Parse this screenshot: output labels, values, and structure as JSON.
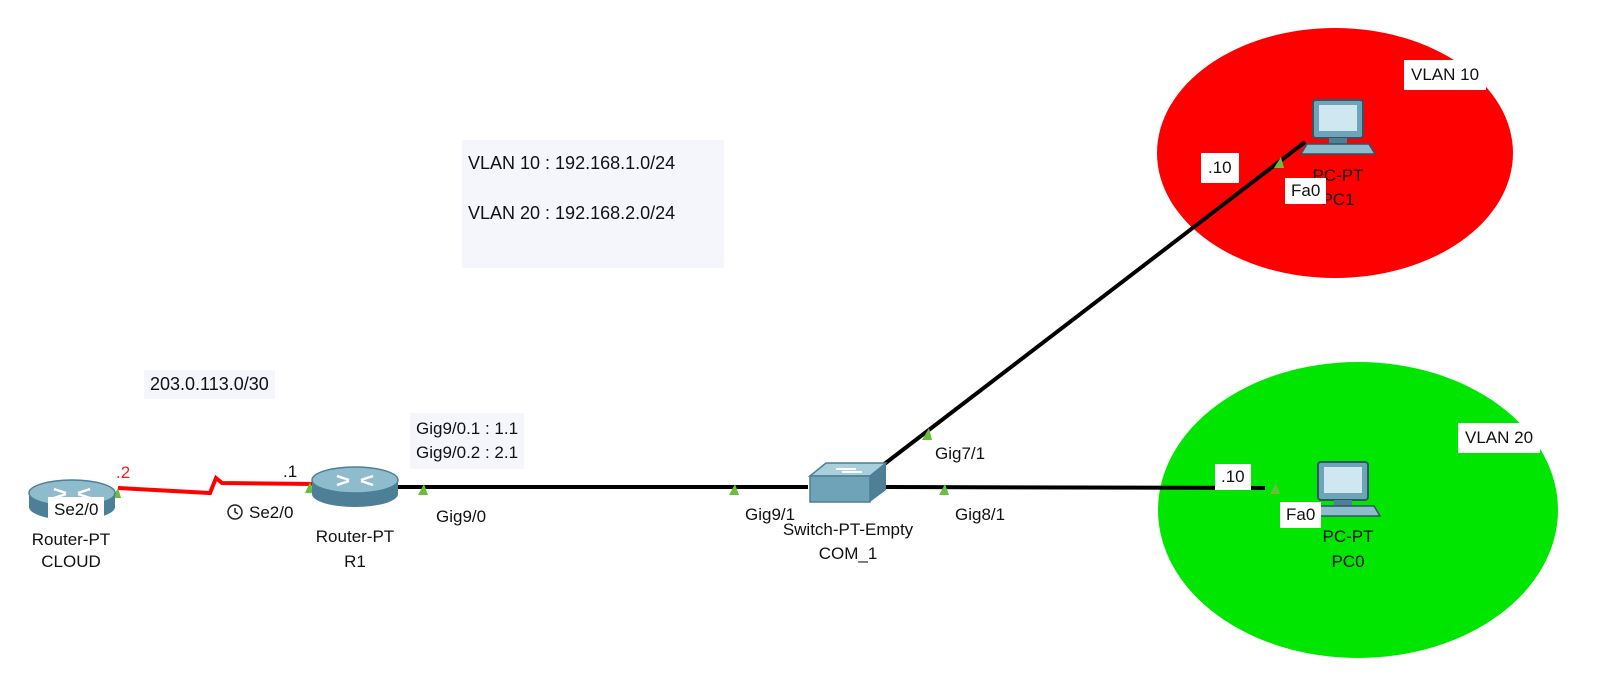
{
  "colors": {
    "vlan10_area": "#ff0000",
    "vlan20_area": "#00e600",
    "serial_link": "#ff0000",
    "ethernet_link": "#000000",
    "port_marker": "#6abf3a",
    "device_body": "#6fa3b8",
    "note_bg": "#f4f6fc"
  },
  "notes": {
    "vlan_subnets": [
      "VLAN 10 : 192.168.1.0/24",
      "VLAN 20 : 192.168.2.0/24"
    ],
    "wan_subnet": "203.0.113.0/30",
    "subinterfaces": [
      "Gig9/0.1 : 1.1",
      "Gig9/0.2 : 2.1"
    ]
  },
  "areas": {
    "vlan10": {
      "label": "VLAN 10"
    },
    "vlan20": {
      "label": "VLAN 20"
    }
  },
  "devices": {
    "cloud": {
      "model": "Router-PT",
      "name": "CLOUD",
      "icon": "router-icon",
      "port": "Se2/0",
      "ip": ".2"
    },
    "r1": {
      "model": "Router-PT",
      "name": "R1",
      "icon": "router-icon",
      "port_serial": "Se2/0",
      "ip_serial": ".1",
      "port_lan": "Gig9/0"
    },
    "switch": {
      "model": "Switch-PT-Empty",
      "name": "COM_1",
      "icon": "switch-icon",
      "ports": [
        "Gig9/1",
        "Gig7/1",
        "Gig8/1"
      ]
    },
    "pc1": {
      "model": "PC-PT",
      "name": "PC1",
      "icon": "pc-icon",
      "port": "Fa0",
      "ip": ".10"
    },
    "pc0": {
      "model": "PC-PT",
      "name": "PC0",
      "icon": "pc-icon",
      "port": "Fa0",
      "ip": ".10"
    }
  },
  "icons": {
    "clock": "clock-icon"
  }
}
